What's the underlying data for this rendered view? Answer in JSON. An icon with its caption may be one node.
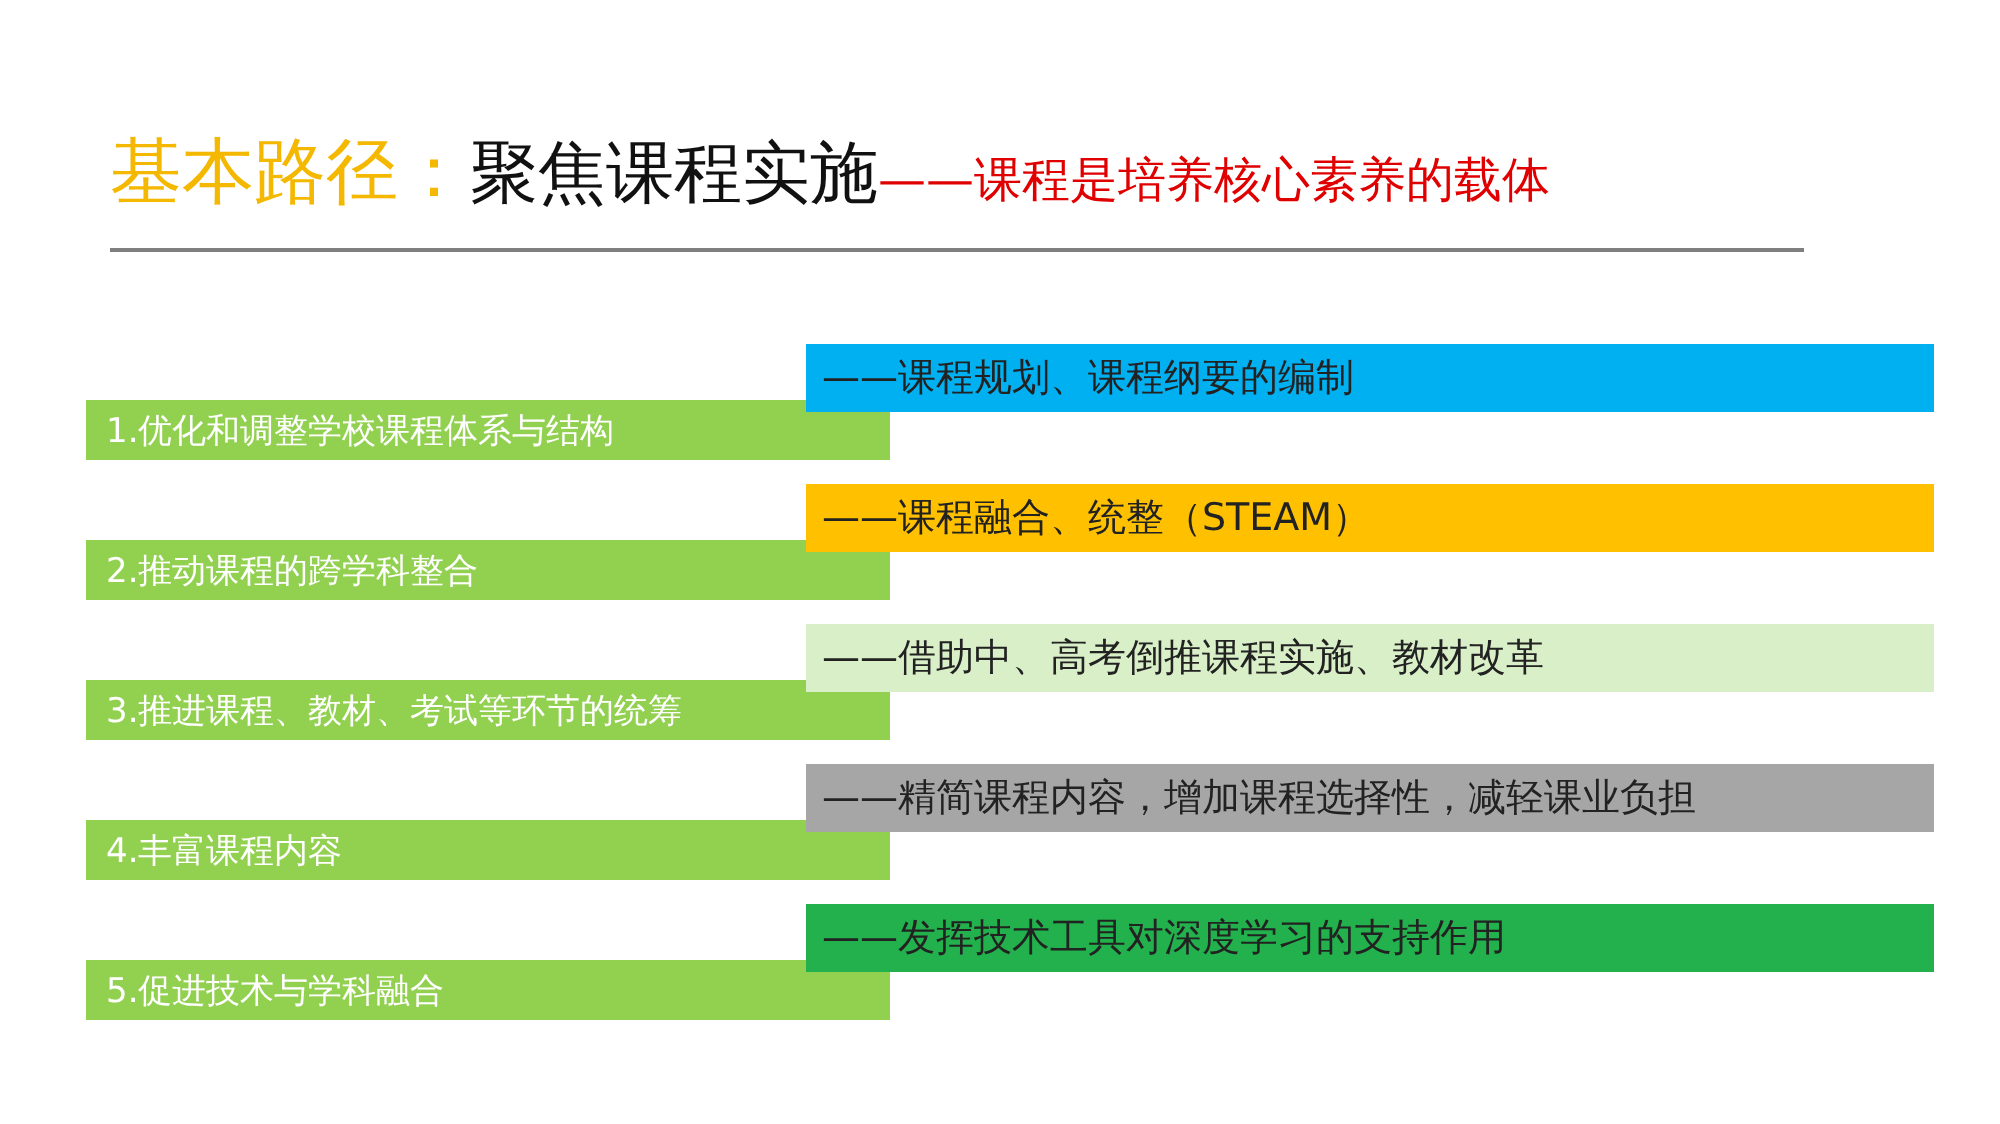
{
  "diagram": {
    "nodes": [
      {
        "text": [
          "1.优化和调整学校课程体系与结构"
        ]
      },
      {
        "text": [
          "——课程规划、课程纲要的编制"
        ]
      },
      {
        "text": [
          "2.推动课程的跨学科整合"
        ]
      },
      {
        "text": [
          "——课程融合、统整（STEAM）"
        ]
      },
      {
        "text": [
          "3.推进课程、教材、考试等环节的统筹"
        ]
      },
      {
        "text": [
          "——借助中、高考倒推课程实施、教材改革"
        ]
      },
      {
        "text": [
          "4.丰富课程内容"
        ]
      },
      {
        "text": [
          "——精简课程内容，增加课程选择性，减轻课业负担"
        ]
      },
      {
        "text": [
          "5.促进技术与学科融合"
        ]
      },
      {
        "text": [
          "——发挥技术工具对深度学习的支持作用"
        ]
      }
    ],
    "labels": [
      "基本路径：",
      "聚焦课程实施",
      "——课程是培养核心素养的载体"
    ]
  }
}
